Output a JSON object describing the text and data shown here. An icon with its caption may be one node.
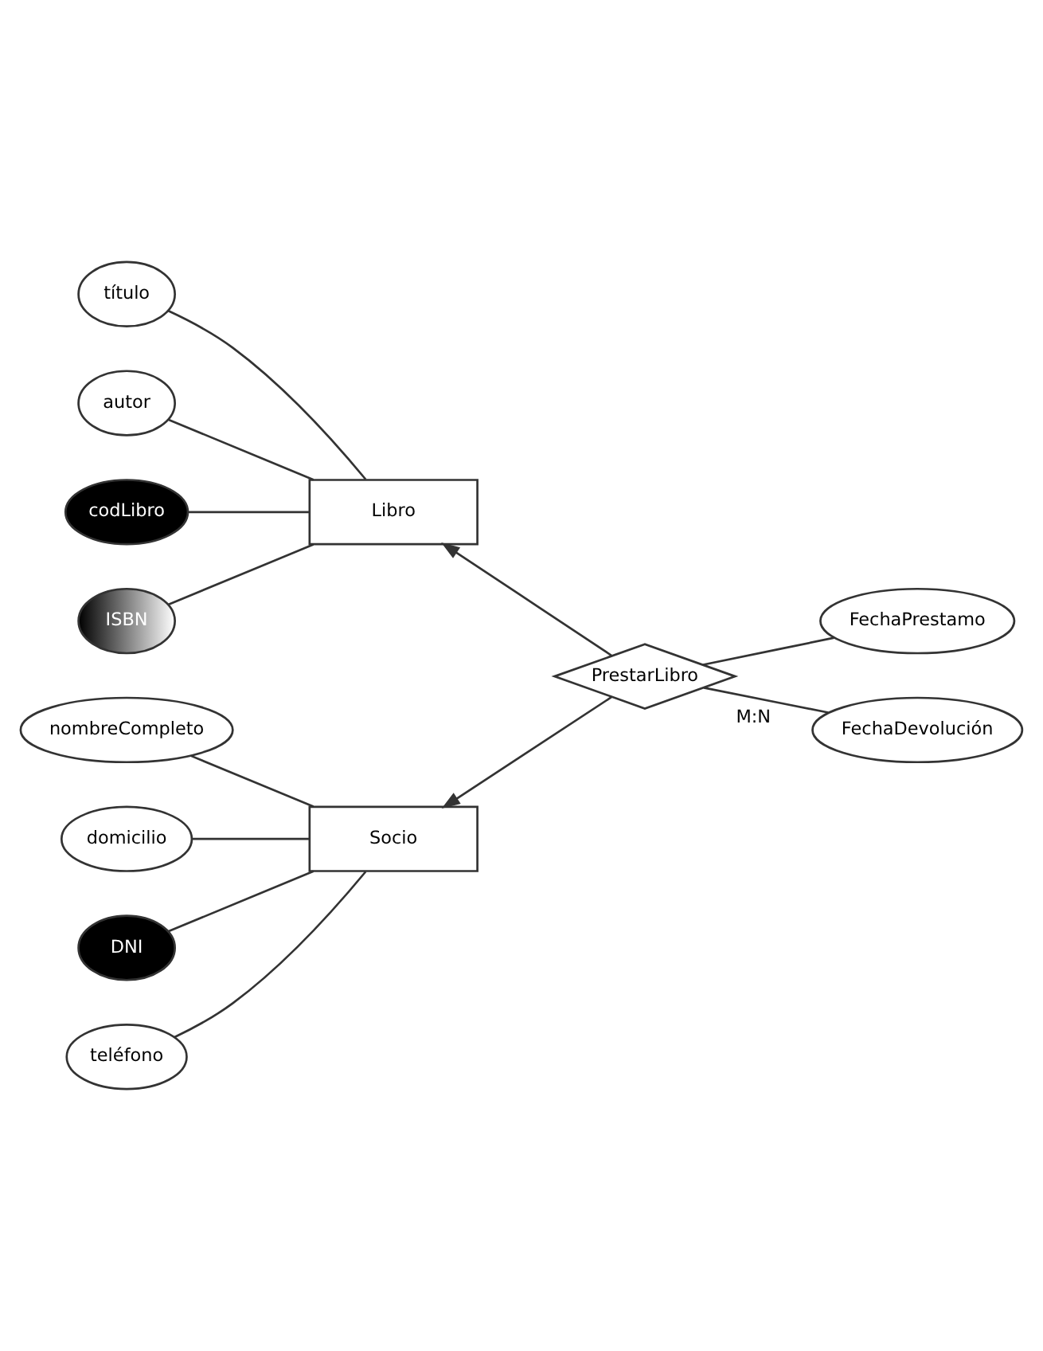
{
  "diagram": {
    "nodes": [
      {
        "text": [
          "Libro"
        ]
      },
      {
        "text": [
          "título"
        ]
      },
      {
        "text": [
          "autor"
        ]
      },
      {
        "text": [
          "codLibro"
        ]
      },
      {
        "text": [
          "ISBN"
        ]
      },
      {
        "text": [
          "FechaPrestamo"
        ]
      },
      {
        "text": [
          "PrestarLibro"
        ],
        "beside": [
          "M:N"
        ]
      },
      {
        "text": [
          "Socio"
        ]
      },
      {
        "text": [
          "nombreCompleto"
        ]
      },
      {
        "text": [
          "domicilio"
        ]
      },
      {
        "text": [
          "DNI"
        ]
      },
      {
        "text": [
          "teléfono"
        ]
      },
      {
        "text": [
          "FechaDevolución"
        ]
      }
    ],
    "edges": [
      {
        "from": 0,
        "to": 1,
        "arrow": "none"
      },
      {
        "from": 0,
        "to": 2,
        "arrow": "none"
      },
      {
        "from": 0,
        "to": 3,
        "arrow": "none"
      },
      {
        "from": 0,
        "to": 4,
        "arrow": "none"
      },
      {
        "from": 6,
        "to": 0,
        "arrow": "to"
      },
      {
        "from": 5,
        "to": 6,
        "arrow": "none"
      },
      {
        "from": 6,
        "to": 7,
        "arrow": "to"
      },
      {
        "from": 12,
        "to": 6,
        "arrow": "none"
      },
      {
        "from": 7,
        "to": 8,
        "arrow": "none"
      },
      {
        "from": 7,
        "to": 9,
        "arrow": "none"
      },
      {
        "from": 7,
        "to": 10,
        "arrow": "none"
      },
      {
        "from": 7,
        "to": 11,
        "arrow": "none"
      }
    ]
  }
}
